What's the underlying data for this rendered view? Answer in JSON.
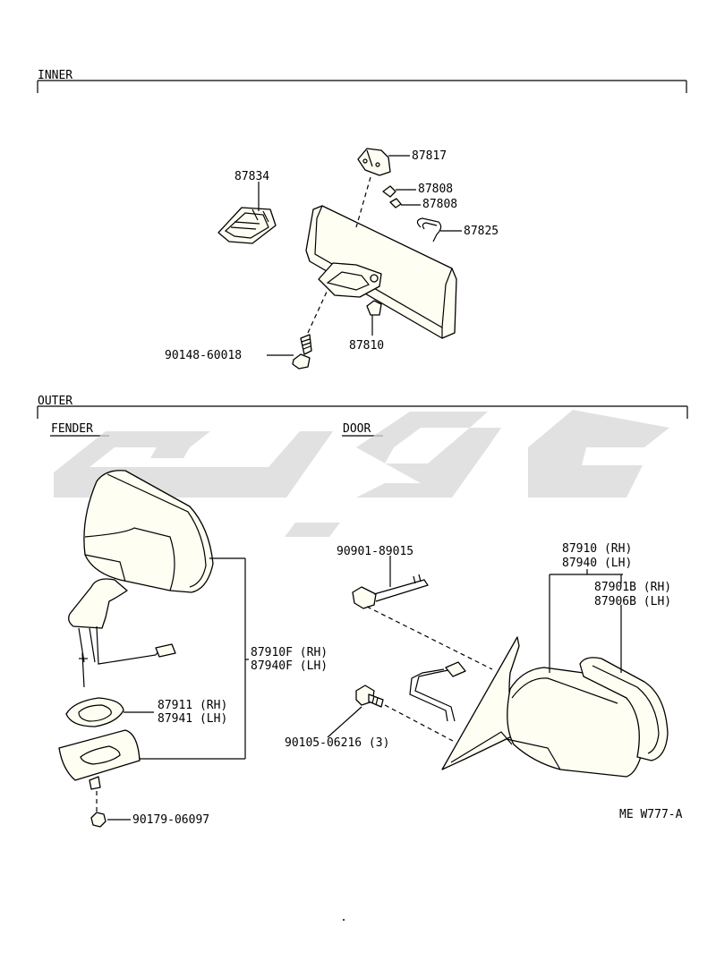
{
  "sections": {
    "inner": "INNER",
    "outer": "OUTER",
    "fender": "FENDER",
    "door": "DOOR"
  },
  "inner_labels": {
    "p87834": "87834",
    "p87817": "87817",
    "p87808a": "87808",
    "p87808b": "87808",
    "p87825": "87825",
    "p87810": "87810",
    "p90148": "90148-60018"
  },
  "fender_labels": {
    "p87910f": "87910F (RH)",
    "p87940f": "87940F (LH)",
    "p87911": "87911 (RH)",
    "p87941": "87941 (LH)",
    "p90179": "90179-06097"
  },
  "door_labels": {
    "p90901": "90901-89015",
    "p87910": "87910 (RH)",
    "p87940": "87940 (LH)",
    "p87901b": "87901B (RH)",
    "p87906b": "87906B (LH)",
    "p90105": "90105-06216 (3)"
  },
  "diagram_code": "ME W777-A",
  "watermark": "decorative-watermark-shapes"
}
